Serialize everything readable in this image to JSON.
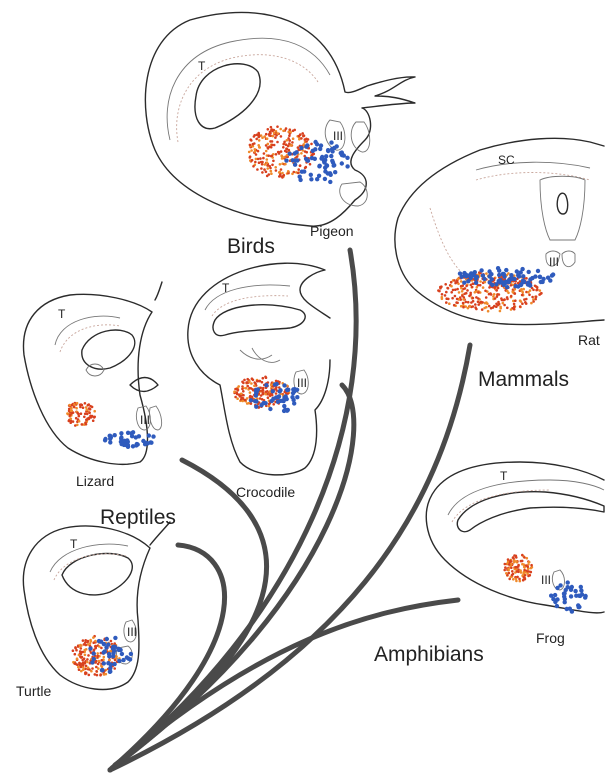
{
  "groups": {
    "birds": "Birds",
    "mammals": "Mammals",
    "reptiles": "Reptiles",
    "amphibians": "Amphibians"
  },
  "species": {
    "pigeon": "Pigeon",
    "rat": "Rat",
    "lizard": "Lizard",
    "crocodile": "Crocodile",
    "turtle": "Turtle",
    "frog": "Frog"
  },
  "markers": {
    "tectum": "T",
    "superior_colliculus": "SC",
    "oculomotor": "III"
  },
  "colors": {
    "red_cells": "#d8401e",
    "orange_cells": "#f08a2a",
    "blue_cells": "#2f5bbd",
    "branches": "#4a4a4a",
    "outline": "#2b2b2b"
  }
}
